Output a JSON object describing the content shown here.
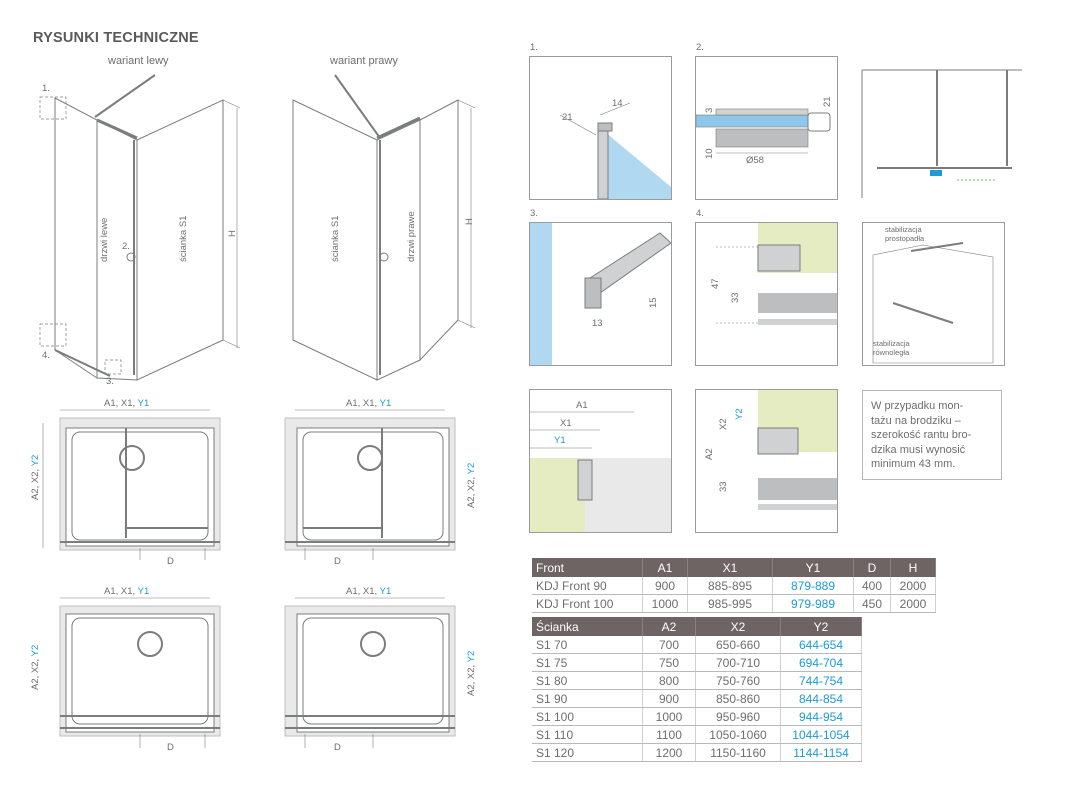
{
  "header": {
    "title": "RYSUNKI TECHNICZNE"
  },
  "variants": {
    "left": "wariant lewy",
    "right": "wariant prawy"
  },
  "iso": {
    "marker1": "1.",
    "marker2": "2.",
    "marker3": "3.",
    "marker4": "4.",
    "door_left": "drzwi lewe",
    "door_right": "drzwi prawe",
    "wall_s1": "ścianka S1",
    "height": "H"
  },
  "plan": {
    "top_dim_prefix": "A1, X1, ",
    "top_dim_cyan": "Y1",
    "side_dim_prefix": "A2, X2, ",
    "side_dim_cyan": "Y2",
    "door_dim": "D"
  },
  "details": {
    "d1": {
      "num": "1.",
      "dim_a": "21",
      "dim_b": "14"
    },
    "d2": {
      "num": "2.",
      "dim_a": "3",
      "dim_b": "21",
      "dim_c": "10",
      "dim_d": "Ø58"
    },
    "d3": {
      "num": "3.",
      "dim_a": "15",
      "dim_b": "13"
    },
    "d4": {
      "num": "4.",
      "dim_a": "47",
      "dim_b": "33"
    },
    "stab": {
      "perp": "stabilizacja\nprostopadła",
      "par": "stabilizacja\nrównoległa"
    },
    "d5": {
      "a1": "A1",
      "x1": "X1",
      "y1": "Y1"
    },
    "d6": {
      "a2": "A2",
      "x2": "X2",
      "y2": "Y2",
      "d33": "33"
    }
  },
  "note": "W przypadku mon-\ntażu na brodziku –\nszerokość rantu bro-\ndzika musi wynosić\nminimum 43 mm.",
  "table_front": {
    "headers": [
      "Front",
      "A1",
      "X1",
      "Y1",
      "D",
      "H"
    ],
    "rows": [
      [
        "KDJ Front 90",
        "900",
        "885-895",
        "879-889",
        "400",
        "2000"
      ],
      [
        "KDJ Front 100",
        "1000",
        "985-995",
        "979-989",
        "450",
        "2000"
      ]
    ]
  },
  "table_wall": {
    "headers": [
      "Ścianka",
      "A2",
      "X2",
      "Y2"
    ],
    "rows": [
      [
        "S1 70",
        "700",
        "650-660",
        "644-654"
      ],
      [
        "S1 75",
        "750",
        "700-710",
        "694-704"
      ],
      [
        "S1 80",
        "800",
        "750-760",
        "744-754"
      ],
      [
        "S1 90",
        "900",
        "850-860",
        "844-854"
      ],
      [
        "S1 100",
        "1000",
        "950-960",
        "944-954"
      ],
      [
        "S1 110",
        "1100",
        "1050-1060",
        "1044-1054"
      ],
      [
        "S1 120",
        "1200",
        "1150-1160",
        "1144-1154"
      ]
    ]
  },
  "colors": {
    "cyan": "#1b9bd1",
    "header_bg": "#6f6464",
    "glass": "#8fc7ea",
    "wall_yellow": "#e6ecc2"
  }
}
